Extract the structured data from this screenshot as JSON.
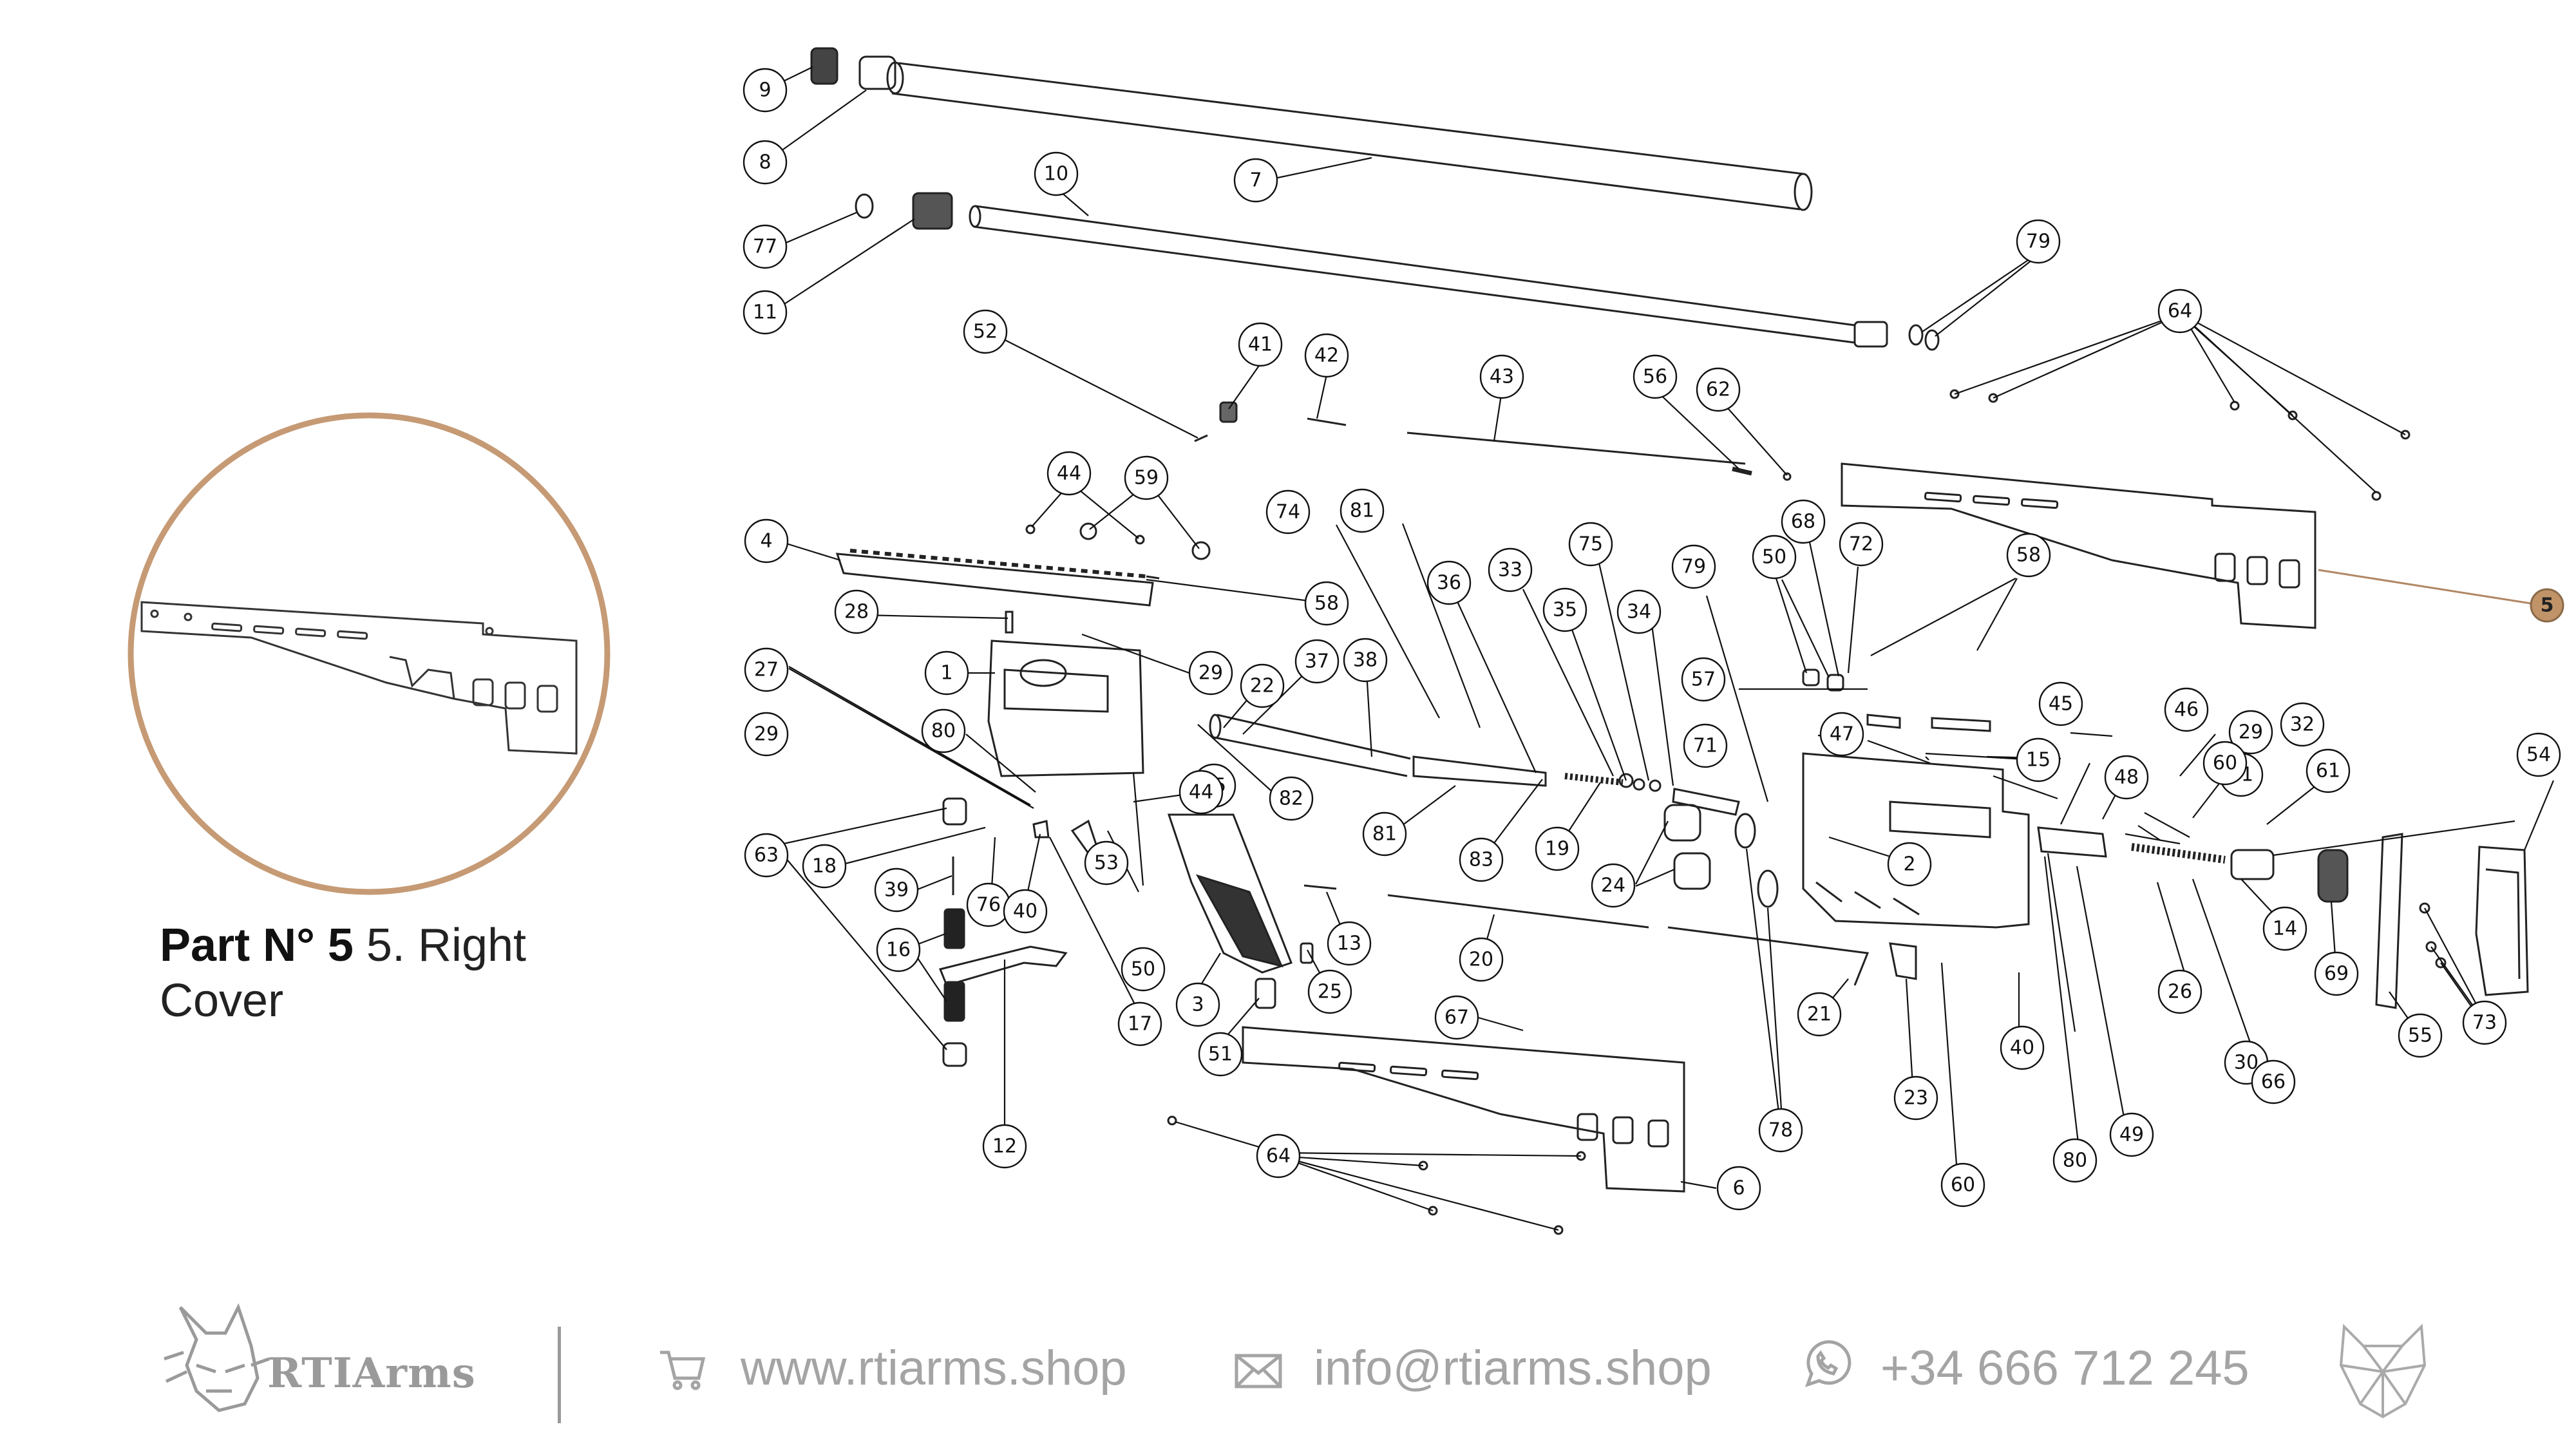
{
  "diagram": {
    "highlight_part": "5",
    "callouts": [
      "9",
      "8",
      "7",
      "10",
      "77",
      "11",
      "79",
      "64",
      "52",
      "41",
      "42",
      "43",
      "56",
      "62",
      "44",
      "59",
      "4",
      "74",
      "81",
      "36",
      "33",
      "75",
      "35",
      "34",
      "79",
      "50",
      "68",
      "72",
      "58",
      "28",
      "58",
      "29",
      "22",
      "37",
      "38",
      "1",
      "27",
      "80",
      "82",
      "47",
      "45",
      "46",
      "57",
      "71",
      "29",
      "32",
      "63",
      "29",
      "18",
      "39",
      "16",
      "76",
      "40",
      "53",
      "17",
      "50",
      "65",
      "44",
      "3",
      "25",
      "13",
      "81",
      "83",
      "19",
      "24",
      "20",
      "21",
      "78",
      "23",
      "60",
      "40",
      "80",
      "49",
      "26",
      "30",
      "66",
      "14",
      "69",
      "55",
      "73",
      "54",
      "61",
      "31",
      "60",
      "48",
      "15",
      "12",
      "51",
      "67",
      "64",
      "6",
      "2"
    ]
  },
  "part": {
    "prefix": "Part N° 5",
    "name": "5. Right Cover"
  },
  "footer": {
    "brand": "RTIArms",
    "website": "www.rtiarms.shop",
    "email": "info@rtiarms.shop",
    "phone": "+34 666 712 245"
  },
  "colors": {
    "accent": "#c09468",
    "ring": "#c59a74",
    "footer_gray": "#a4a4a4"
  },
  "icons": [
    "cart-icon",
    "mail-icon",
    "whatsapp-icon",
    "wolf-logo-icon",
    "lynx-logo-icon"
  ]
}
